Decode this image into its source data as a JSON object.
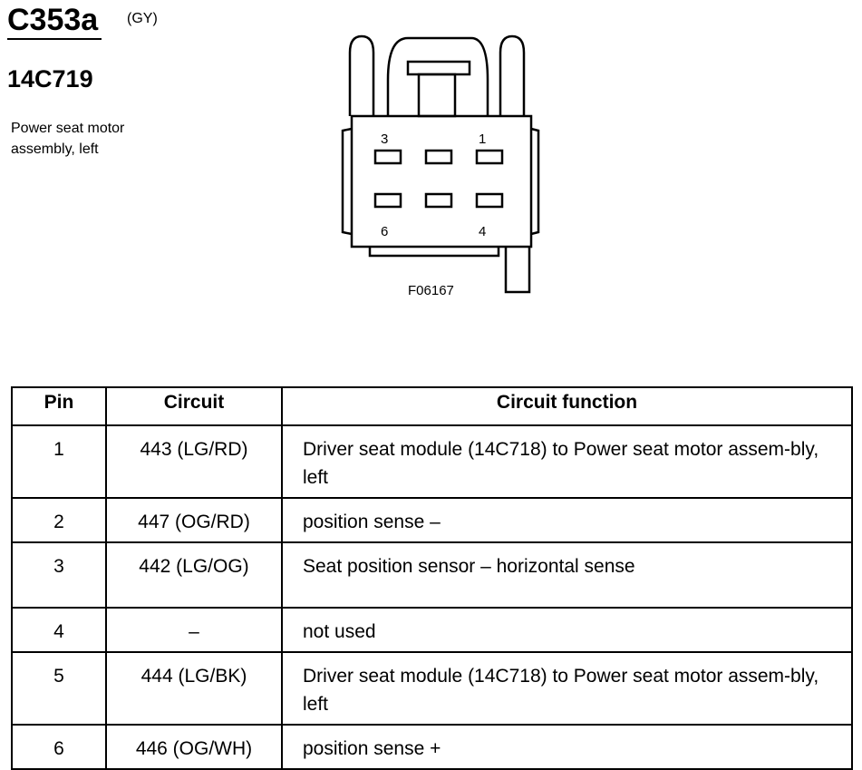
{
  "header": {
    "connector_id": "C353a",
    "color_code": "(GY)",
    "part_number": "14C719",
    "description": "Power seat motor assembly, left"
  },
  "diagram": {
    "figure_id": "F06167",
    "pin_labels": [
      "3",
      "1",
      "6",
      "4"
    ]
  },
  "table": {
    "headers": [
      "Pin",
      "Circuit",
      "Circuit function"
    ],
    "rows": [
      {
        "pin": "1",
        "circuit": "443 (LG/RD)",
        "function": "Driver seat module (14C718) to Power seat motor assem-bly, left"
      },
      {
        "pin": "2",
        "circuit": "447 (OG/RD)",
        "function": "position sense –"
      },
      {
        "pin": "3",
        "circuit": "442 (LG/OG)",
        "function": "Seat position sensor – horizontal sense"
      },
      {
        "pin": "4",
        "circuit": "–",
        "function": "not used"
      },
      {
        "pin": "5",
        "circuit": "444 (LG/BK)",
        "function": "Driver seat module (14C718) to Power seat motor assem-bly, left"
      },
      {
        "pin": "6",
        "circuit": "446 (OG/WH)",
        "function": "position sense +"
      }
    ]
  }
}
